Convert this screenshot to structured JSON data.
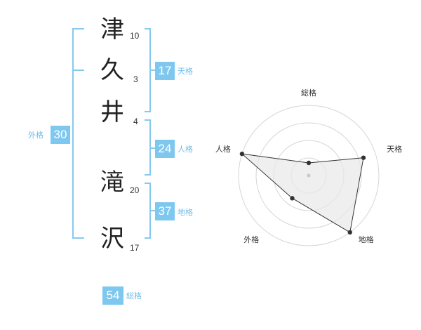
{
  "name": {
    "surname": [
      {
        "char": "津",
        "strokes": "10"
      },
      {
        "char": "久",
        "strokes": "3"
      },
      {
        "char": "井",
        "strokes": "4"
      }
    ],
    "given": [
      {
        "char": "滝",
        "strokes": "20"
      },
      {
        "char": "沢",
        "strokes": "17"
      }
    ]
  },
  "fortune": {
    "tenkaku": {
      "value": "17",
      "label": "天格"
    },
    "jinkaku": {
      "value": "24",
      "label": "人格"
    },
    "chikaku": {
      "value": "37",
      "label": "地格"
    },
    "gaikaku": {
      "value": "30",
      "label": "外格"
    },
    "soukaku": {
      "value": "54",
      "label": "総格"
    }
  },
  "colors": {
    "accent": "#7ec8f0",
    "accent_text": "#6fbde8",
    "bracket": "#86c9ee",
    "radar_fill": "#e8e8e8",
    "radar_line": "#333333",
    "grid": "#d6d6d6"
  },
  "chart_data": {
    "type": "radar",
    "axes": [
      "総格",
      "天格",
      "地格",
      "外格",
      "人格"
    ],
    "values": [
      0.18,
      0.82,
      1.0,
      0.4,
      1.0
    ],
    "rings": 4
  }
}
